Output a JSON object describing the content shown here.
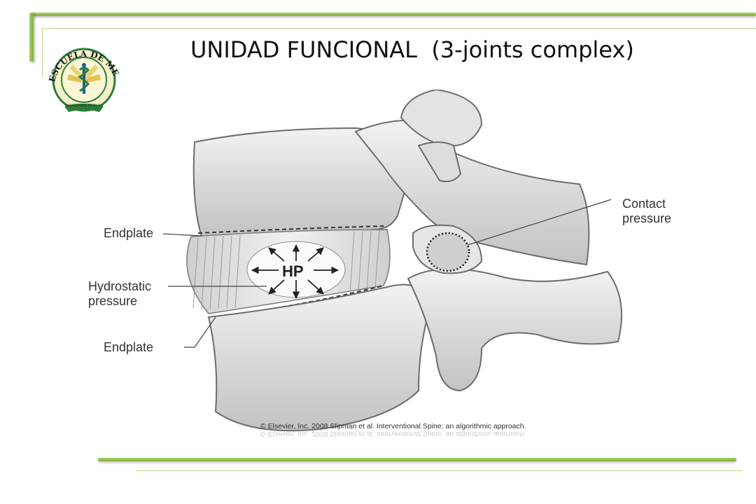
{
  "title": "UNIDAD FUNCIONAL  (3-joints complex)",
  "logo": {
    "arc_text": "ESCUELA DE MEDICINA",
    "bottom_text": "UNIVERSIDAD DE PIURA",
    "colors": {
      "ring": "#2c7d3a",
      "gold": "#d8b440",
      "blue": "#1f5aa6"
    }
  },
  "diagram": {
    "labels": {
      "endplate_top": "Endplate",
      "hydrostatic": "Hydrostatic\npressure",
      "endplate_bottom": "Endplate",
      "contact": "Contact\npressure",
      "hp": "HP"
    },
    "credit": "© Elsevier, Inc. 2008 Slipman et al. Interventional Spine: an algorithmic approach."
  },
  "theme": {
    "accent": "#8dbf45",
    "accent_light": "#b9d98d"
  }
}
